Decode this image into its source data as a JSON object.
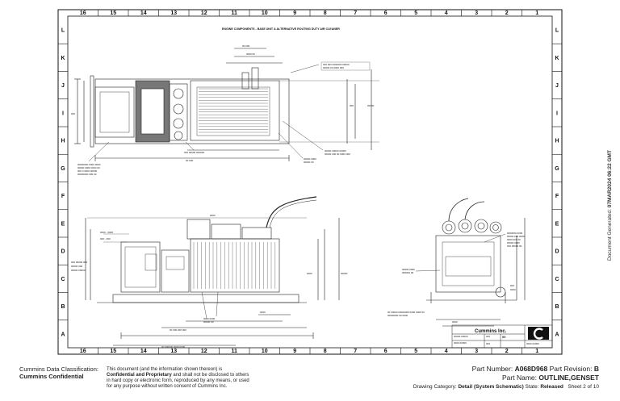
{
  "drawing": {
    "columns": [
      "16",
      "15",
      "14",
      "13",
      "12",
      "11",
      "10",
      "9",
      "8",
      "7",
      "6",
      "5",
      "4",
      "3",
      "2",
      "1"
    ],
    "rows": [
      "L",
      "K",
      "J",
      "I",
      "H",
      "G",
      "F",
      "E",
      "D",
      "C",
      "B",
      "A"
    ],
    "top_title": "ENGINE COMPONENTS - BASE UNIT &    ALTERNATIVE ROUTING DUTY AIR CLEANER",
    "title_block": {
      "company": "Cummins Inc."
    }
  },
  "side_text": {
    "label": "Document Generated:",
    "value": "07MAR2024 06:22 GMT"
  },
  "footer": {
    "classification_label": "Cummins Data Classification:",
    "classification_value": "Cummins Confidential",
    "notice_1": "This document (and the information shown thereon) is",
    "notice_2_bold": "Confidential and Proprietary",
    "notice_2_rest": " and shall not be disclosed to others",
    "notice_3": "in hard copy or electronic form, reproduced by any means, or used",
    "notice_4": "for any purpose without written consent of Cummins Inc.",
    "part_number_label": "Part Number: ",
    "part_number_value": "A068D968",
    "part_revision_label": " Part Revision: ",
    "part_revision_value": "B",
    "part_name_label": "Part Name: ",
    "part_name_value": "OUTLINE,GENSET",
    "category_label": "Drawing Category: ",
    "category_value": "Detail (System Schematic)",
    "state_label": " State: ",
    "state_value": "Released",
    "sheet": "Sheet 2 of 10"
  }
}
